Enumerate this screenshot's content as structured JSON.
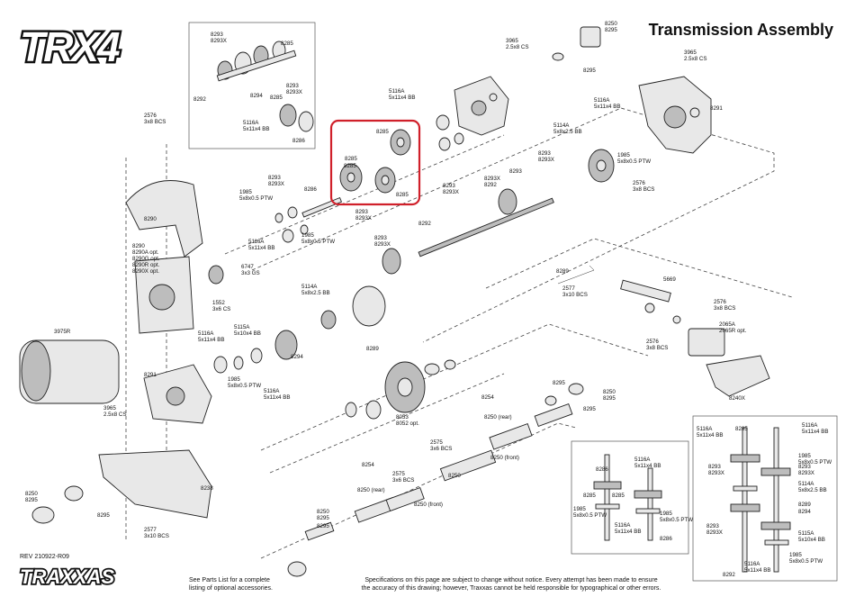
{
  "header": {
    "logo_text": "TRX4",
    "title": "Transmission Assembly"
  },
  "footer": {
    "revision": "REV 210922-R09",
    "brand_logo": "TRAXXAS",
    "parts_note_line1": "See Parts List for a complete",
    "parts_note_line2": "listing of optional accessories.",
    "disclaimer_line1": "Specifications on this page are subject to change without notice. Every attempt has been made to ensure",
    "disclaimer_line2": "the accuracy of this drawing; however, Traxxas cannot be held responsible for typographical or other errors."
  },
  "labels": {
    "inset_top": [
      "8293",
      "8293X",
      "8285",
      "8292",
      "8294",
      "8285",
      "8293",
      "8293X",
      "5116A",
      "5x11x4 BB",
      "8286"
    ],
    "top_shaft": [
      "5116A",
      "5x11x4 BB",
      "8285",
      "8285",
      "8285",
      "8285",
      "1985",
      "5x8x0.5 PTW",
      "8293",
      "8293X",
      "8286",
      "8293",
      "8293X",
      "5116A",
      "5x11x4 BB",
      "1985",
      "5x8x0.5 PTW",
      "8292",
      "8293",
      "8293X"
    ],
    "top_right": [
      "3965",
      "2.5x8 CS",
      "8295",
      "8250",
      "8295",
      "3965",
      "2.5x8 CS",
      "5116A",
      "5x11x4 BB",
      "8291",
      "5114A",
      "5x8x2.5 BB",
      "8293",
      "8293X",
      "1985",
      "5x8x0.5 PTW",
      "2576",
      "3x8 BCS",
      "8293",
      "8293X",
      "8292",
      "8293",
      "8293X"
    ],
    "left_column": [
      "2576",
      "3x8 BCS",
      "8290",
      "8290",
      "8290A opt.",
      "8290G opt.",
      "8290R opt.",
      "8290X opt.",
      "6747",
      "3x3 GS",
      "1552",
      "3x6 CS",
      "3975R",
      "5116A",
      "5x11x4 BB",
      "5115A",
      "5x10x4 BB",
      "8291",
      "1985",
      "5x8x0.5 PTW",
      "5116A",
      "5x11x4 BB",
      "3965",
      "2.5x8 CS",
      "8250",
      "8295",
      "8295",
      "8238",
      "2577",
      "3x10 BCS"
    ],
    "middle": [
      "5114A",
      "5x8x2.5 BB",
      "8293",
      "8293X",
      "8294",
      "8289",
      "8254",
      "8053",
      "8052 opt.",
      "8254",
      "8250 (rear)",
      "2575",
      "3x6 BCS",
      "8250 (front)",
      "8250",
      "2575",
      "3x6 BCS",
      "8250 (rear)",
      "8250 (front)",
      "8295",
      "8250",
      "8295",
      "8295",
      "8250",
      "8295",
      "8295"
    ],
    "servo_area": [
      "8289",
      "2577",
      "3x10 BCS",
      "5669",
      "2576",
      "3x8 BCS",
      "2576",
      "3x8 BCS",
      "2065A",
      "2065R opt.",
      "8240X"
    ],
    "inset_bottom_left": [
      "5116A",
      "5x11x4 BB",
      "8286",
      "8285",
      "8285",
      "1985",
      "5x8x0.5 PTW",
      "5116A",
      "5x11x4 BB",
      "1985",
      "5x8x0.5 PTW",
      "8286"
    ],
    "inset_bottom_right": [
      "8285",
      "5116A",
      "5x11x4 BB",
      "5116A",
      "5x11x4 BB",
      "1985",
      "5x8x0.5 PTW",
      "8293",
      "8293X",
      "8293",
      "8293X",
      "5114A",
      "5x8x2.5 BB",
      "8289",
      "8294",
      "8293",
      "8293X",
      "5115A",
      "5x10x4 BB",
      "1985",
      "5x8x0.5 PTW",
      "5116A",
      "5x11x4 BB",
      "8292"
    ]
  },
  "highlight": {
    "color": "#d0202a"
  }
}
